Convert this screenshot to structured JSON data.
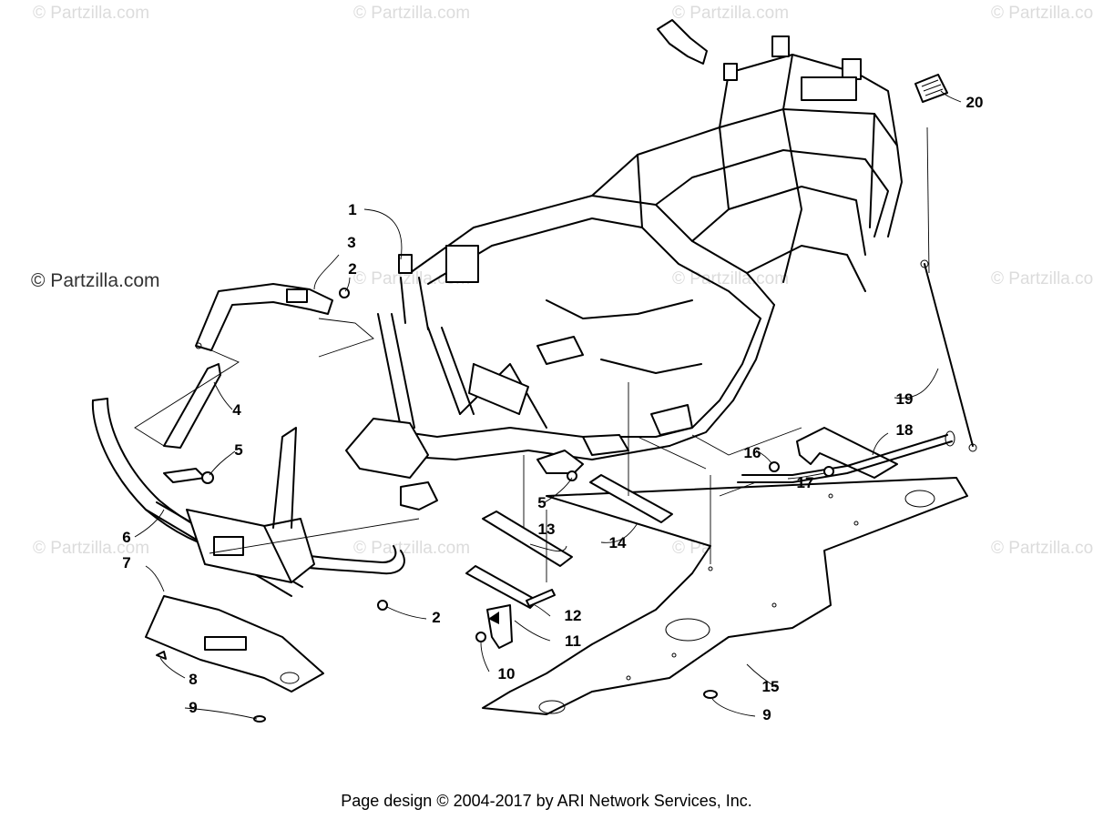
{
  "watermark": {
    "text": "© Partzilla.com",
    "prominent_text": "© Partzilla.com"
  },
  "callouts": [
    {
      "label": "1"
    },
    {
      "label": "2"
    },
    {
      "label": "2"
    },
    {
      "label": "3"
    },
    {
      "label": "4"
    },
    {
      "label": "5"
    },
    {
      "label": "5"
    },
    {
      "label": "6"
    },
    {
      "label": "7"
    },
    {
      "label": "8"
    },
    {
      "label": "9"
    },
    {
      "label": "9"
    },
    {
      "label": "10"
    },
    {
      "label": "11"
    },
    {
      "label": "12"
    },
    {
      "label": "13"
    },
    {
      "label": "14"
    },
    {
      "label": "15"
    },
    {
      "label": "16"
    },
    {
      "label": "17"
    },
    {
      "label": "18"
    },
    {
      "label": "19"
    },
    {
      "label": "20"
    }
  ],
  "footer": {
    "text": "Page design © 2004-2017 by ARI Network Services, Inc."
  }
}
